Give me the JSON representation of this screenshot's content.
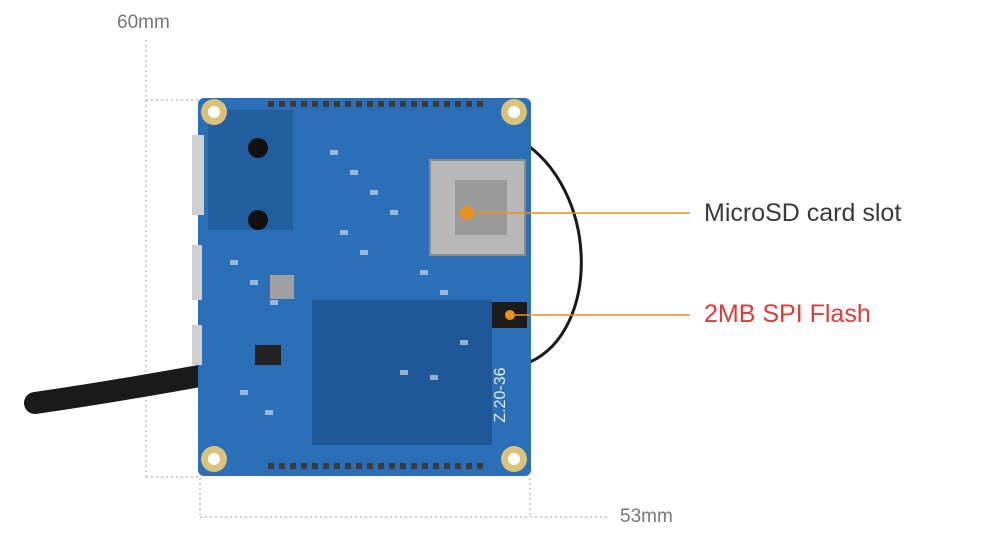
{
  "dimensions": {
    "height_label": "60mm",
    "width_label": "53mm"
  },
  "callouts": [
    {
      "label": "MicroSD card slot",
      "color": "#3a3a3a"
    },
    {
      "label": "2MB SPI Flash",
      "color": "#e23a36"
    }
  ],
  "colors": {
    "board": "#2a6fb8",
    "board_dark": "#1d5593",
    "pad": "#d9c27a",
    "leader_line": "#e8911f",
    "dim_line": "#b5b5b5"
  },
  "board_text": {
    "silkscreen": "Z.20-36"
  }
}
